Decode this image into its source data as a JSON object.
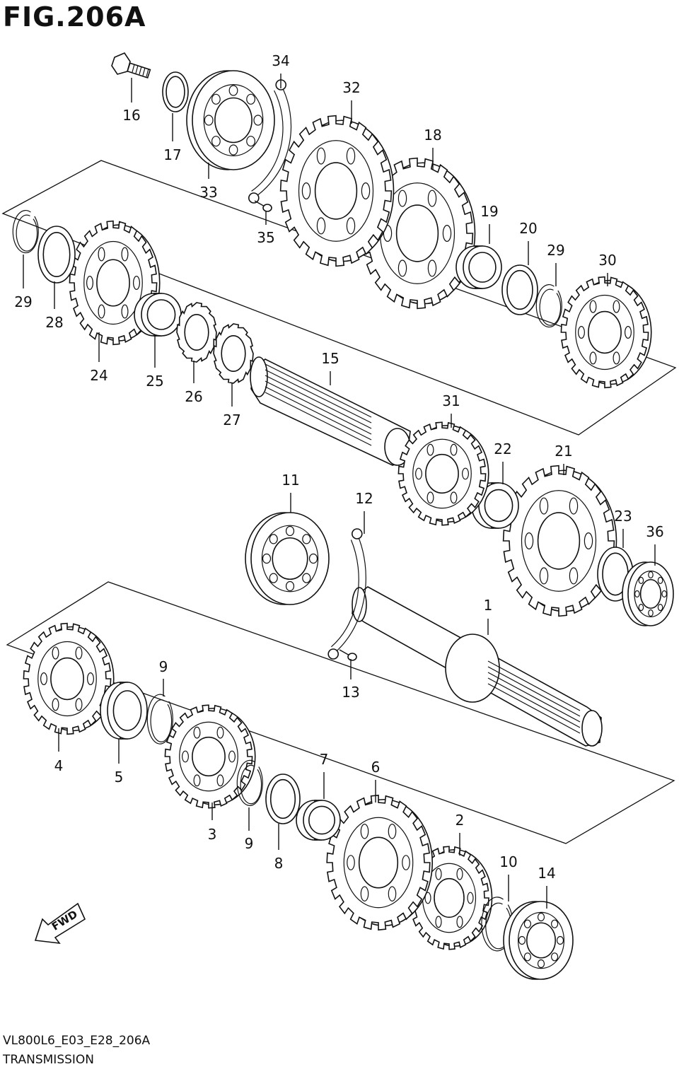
{
  "figure": {
    "title": "FIG.206A",
    "code": "VL800L6_E03_E28_206A",
    "name": "TRANSMISSION",
    "fwd_label": "FWD"
  },
  "parts": [
    {
      "id": "p1",
      "label": "1",
      "shape": "shaft",
      "icon": "output-shaft-icon"
    },
    {
      "id": "p2",
      "label": "2",
      "shape": "gear",
      "icon": "gear-icon"
    },
    {
      "id": "p3",
      "label": "3",
      "shape": "gear",
      "icon": "gear-icon"
    },
    {
      "id": "p4",
      "label": "4",
      "shape": "gear",
      "icon": "gear-icon"
    },
    {
      "id": "p5",
      "label": "5",
      "shape": "bushing",
      "icon": "bushing-icon"
    },
    {
      "id": "p6",
      "label": "6",
      "shape": "gear",
      "icon": "gear-icon"
    },
    {
      "id": "p7",
      "label": "7",
      "shape": "bushing",
      "icon": "bushing-icon"
    },
    {
      "id": "p8",
      "label": "8",
      "shape": "washer",
      "icon": "washer-icon"
    },
    {
      "id": "p9a",
      "label": "9",
      "shape": "circlip",
      "icon": "circlip-icon"
    },
    {
      "id": "p9b",
      "label": "9",
      "shape": "circlip",
      "icon": "circlip-icon"
    },
    {
      "id": "p10",
      "label": "10",
      "shape": "circlip",
      "icon": "circlip-icon"
    },
    {
      "id": "p11",
      "label": "11",
      "shape": "bearing",
      "icon": "bearing-icon"
    },
    {
      "id": "p12",
      "label": "12",
      "shape": "retainer",
      "icon": "bearing-retainer-icon"
    },
    {
      "id": "p13",
      "label": "13",
      "shape": "screw",
      "icon": "screw-icon"
    },
    {
      "id": "p14",
      "label": "14",
      "shape": "bearing",
      "icon": "bearing-icon"
    },
    {
      "id": "p15",
      "label": "15",
      "shape": "shaft",
      "icon": "countershaft-icon"
    },
    {
      "id": "p16",
      "label": "16",
      "shape": "bolt",
      "icon": "bolt-icon"
    },
    {
      "id": "p17",
      "label": "17",
      "shape": "washer",
      "icon": "washer-icon"
    },
    {
      "id": "p18",
      "label": "18",
      "shape": "gear",
      "icon": "gear-icon"
    },
    {
      "id": "p19",
      "label": "19",
      "shape": "bushing",
      "icon": "bushing-icon"
    },
    {
      "id": "p20",
      "label": "20",
      "shape": "washer",
      "icon": "washer-icon"
    },
    {
      "id": "p21",
      "label": "21",
      "shape": "gear",
      "icon": "gear-icon"
    },
    {
      "id": "p22",
      "label": "22",
      "shape": "bushing",
      "icon": "bushing-icon"
    },
    {
      "id": "p23",
      "label": "23",
      "shape": "washer",
      "icon": "washer-icon"
    },
    {
      "id": "p24",
      "label": "24",
      "shape": "gear",
      "icon": "gear-icon"
    },
    {
      "id": "p25",
      "label": "25",
      "shape": "bushing",
      "icon": "bushing-icon"
    },
    {
      "id": "p26",
      "label": "26",
      "shape": "lockwasher",
      "icon": "lock-washer-icon"
    },
    {
      "id": "p27",
      "label": "27",
      "shape": "lockwasher",
      "icon": "lock-washer-icon"
    },
    {
      "id": "p28",
      "label": "28",
      "shape": "washer",
      "icon": "washer-icon"
    },
    {
      "id": "p29a",
      "label": "29",
      "shape": "circlip",
      "icon": "circlip-icon"
    },
    {
      "id": "p29b",
      "label": "29",
      "shape": "circlip",
      "icon": "circlip-icon"
    },
    {
      "id": "p30",
      "label": "30",
      "shape": "gear",
      "icon": "gear-icon"
    },
    {
      "id": "p31",
      "label": "31",
      "shape": "gear",
      "icon": "gear-icon"
    },
    {
      "id": "p32",
      "label": "32",
      "shape": "gear",
      "icon": "gear-icon"
    },
    {
      "id": "p33",
      "label": "33",
      "shape": "bearing",
      "icon": "bearing-icon"
    },
    {
      "id": "p34",
      "label": "34",
      "shape": "retainer",
      "icon": "bearing-retainer-icon"
    },
    {
      "id": "p35",
      "label": "35",
      "shape": "screw",
      "icon": "screw-icon"
    },
    {
      "id": "p36",
      "label": "36",
      "shape": "bearing",
      "icon": "bearing-icon"
    }
  ]
}
